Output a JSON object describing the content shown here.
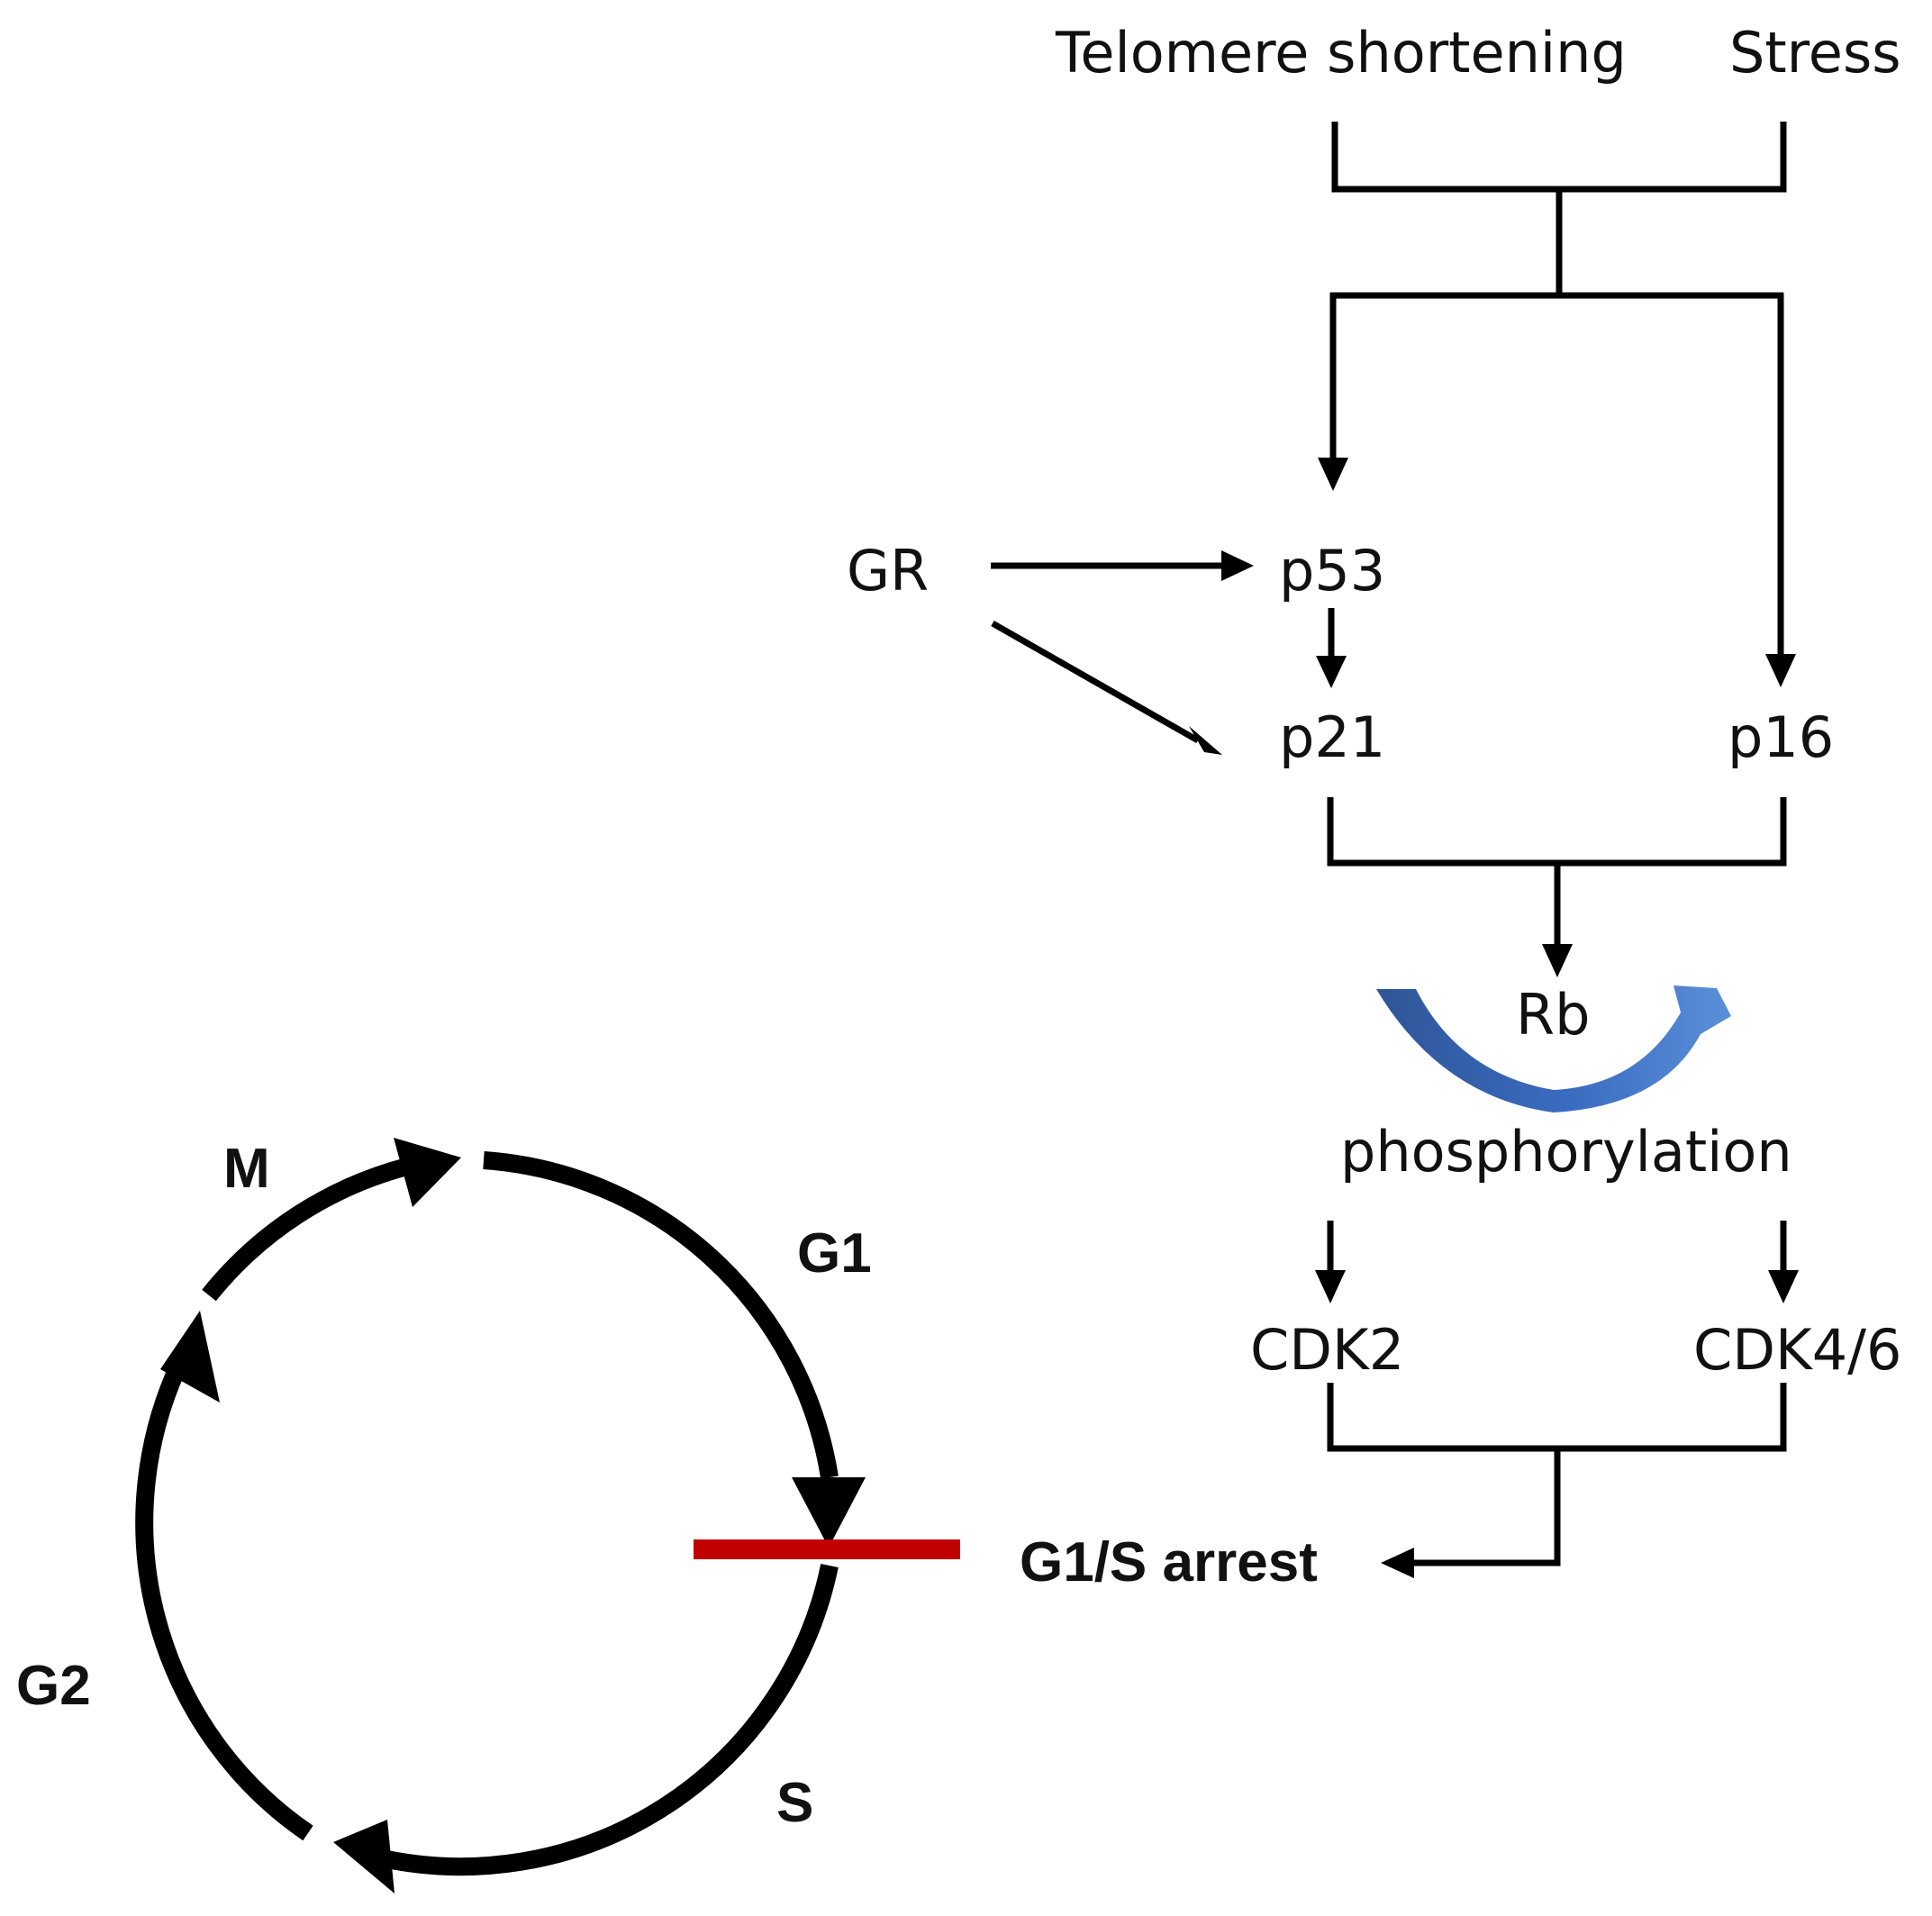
{
  "labels": {
    "telomere": "Telomere shortening",
    "stress": "Stress",
    "gr": "GR",
    "p53": "p53",
    "p21": "p21",
    "p16": "p16",
    "rb": "Rb",
    "phosphorylation": "phosphorylation",
    "cdk2": "CDK2",
    "cdk46": "CDK4/6",
    "arrest": "G1/S arrest"
  },
  "cycle": {
    "m": "M",
    "g1": "G1",
    "s": "S",
    "g2": "G2"
  },
  "colors": {
    "line": "#000000",
    "arrest_bar": "#c00000",
    "rb_arrow_light": "#5b8fd9",
    "rb_arrow_dark": "#2f5597"
  }
}
